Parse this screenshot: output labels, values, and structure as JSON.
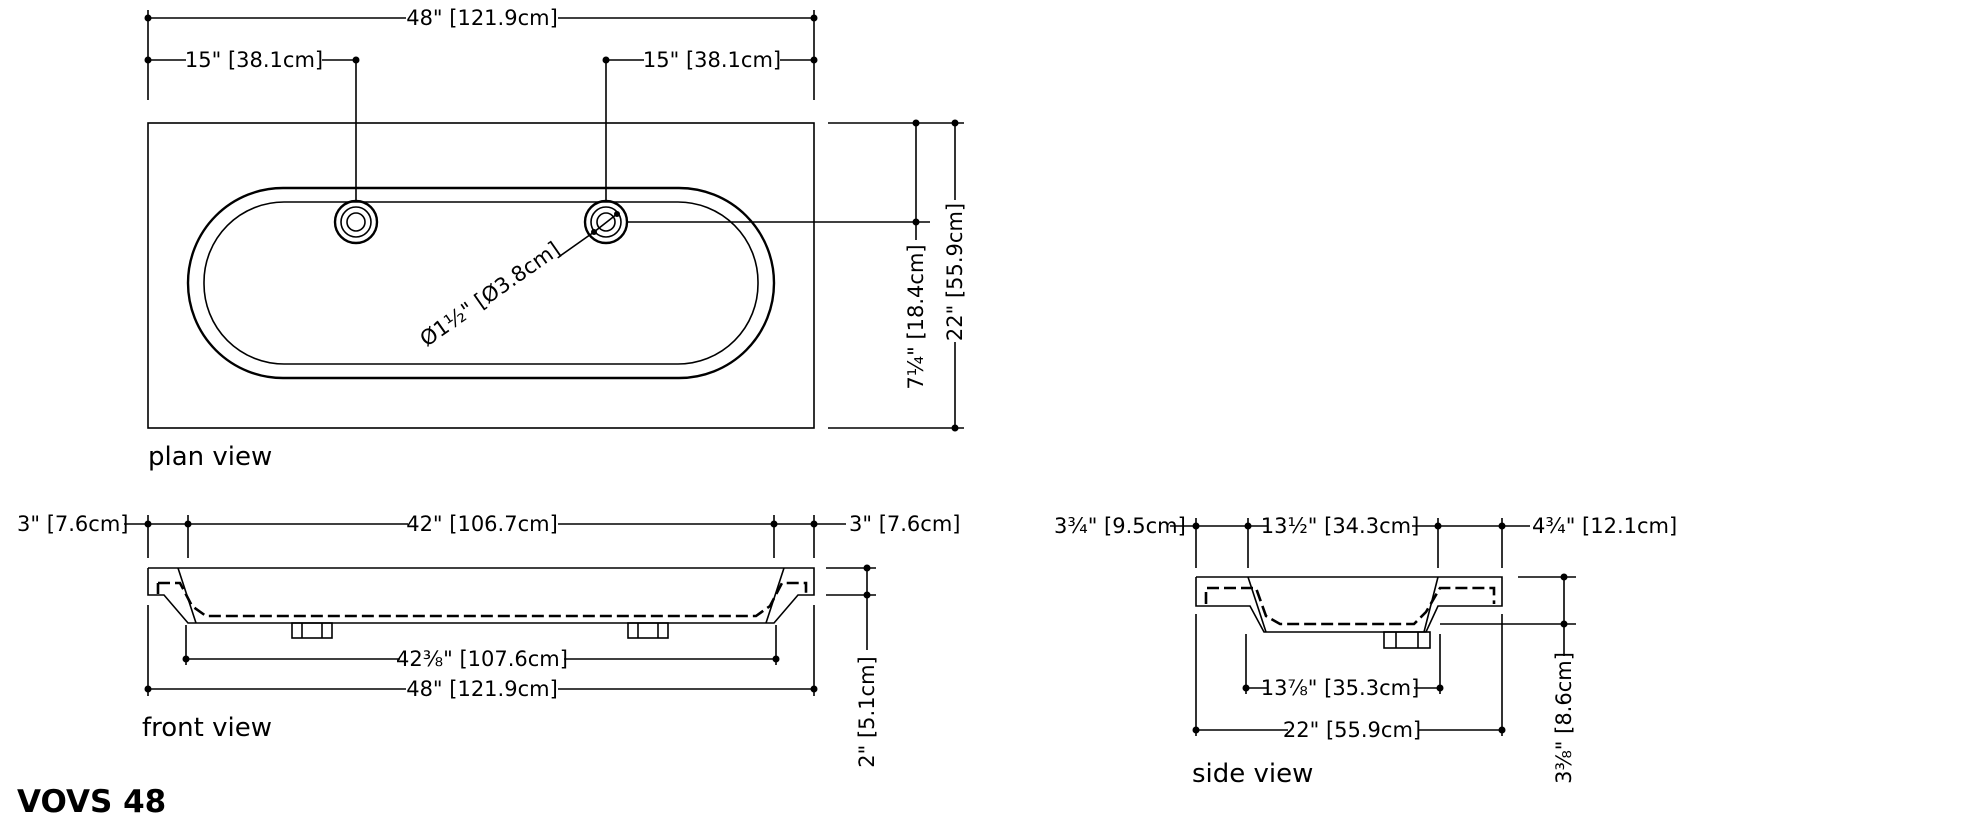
{
  "title": "VOVS 48",
  "views": {
    "plan": {
      "label": "plan view",
      "overall_width": "48\" [121.9cm]",
      "left_hole_offset": "15\" [38.1cm]",
      "right_hole_offset": "15\" [38.1cm]",
      "hole_diameter": "Ø1½\" [Ø3.8cm]",
      "hole_center_depth": "7¼\" [18.4cm]",
      "overall_depth": "22\" [55.9cm]"
    },
    "front": {
      "label": "front view",
      "left_margin": "3\" [7.6cm]",
      "basin_top_width": "42\" [106.7cm]",
      "right_margin": "3\" [7.6cm]",
      "basin_bottom_width": "42⅜\" [107.6cm]",
      "overall_width": "48\" [121.9cm]",
      "deck_thickness": "2\" [5.1cm]"
    },
    "side": {
      "label": "side view",
      "front_margin": "3¾\" [9.5cm]",
      "basin_top_depth": "13½\" [34.3cm]",
      "back_margin": "4¾\" [12.1cm]",
      "basin_bottom_depth": "13⅞\" [35.3cm]",
      "overall_depth": "22\" [55.9cm]",
      "basin_height": "3⅜\" [8.6cm]"
    }
  }
}
